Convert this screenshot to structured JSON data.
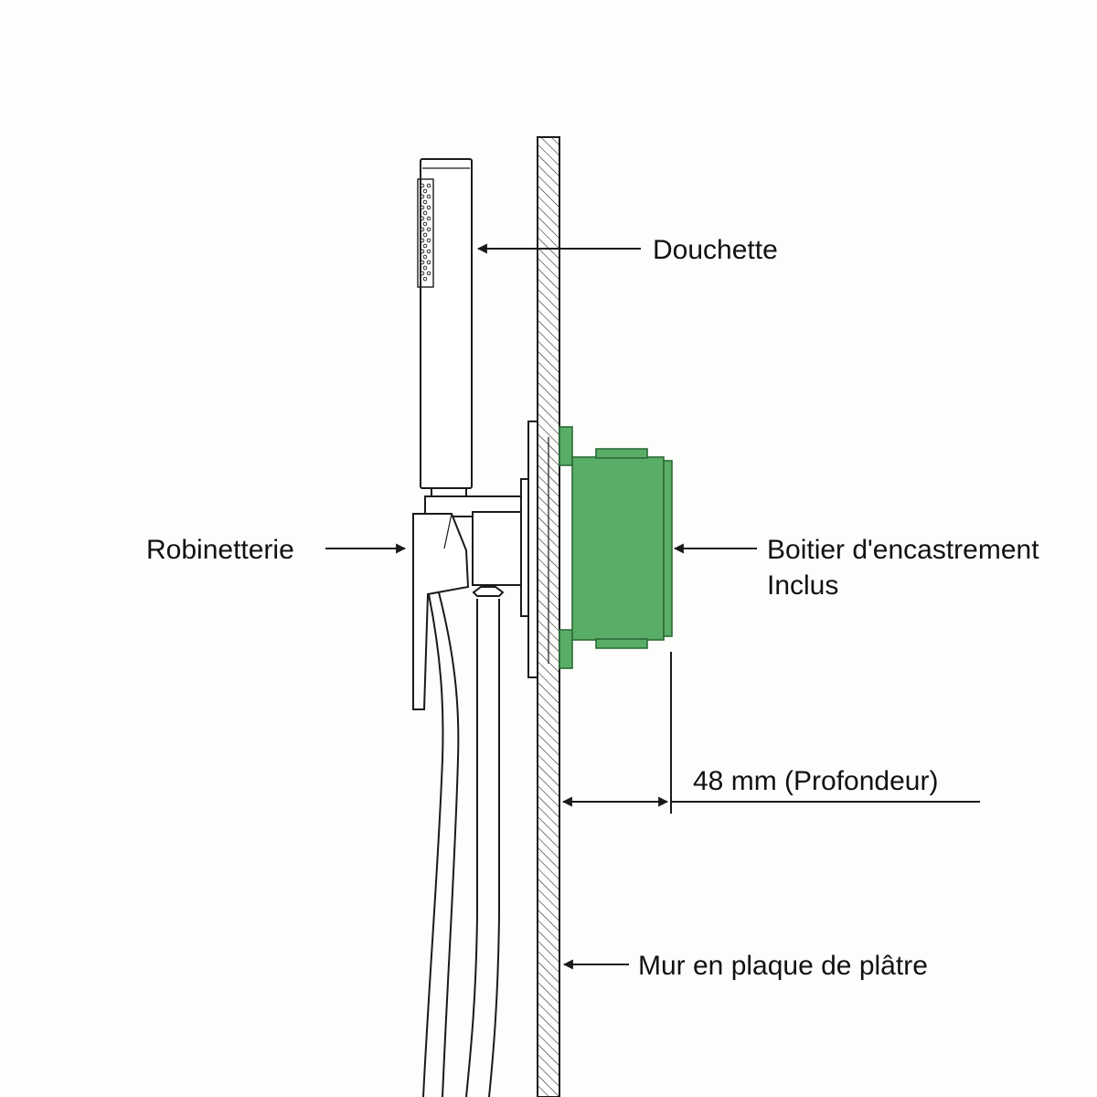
{
  "labels": {
    "douchette": "Douchette",
    "robinetterie": "Robinetterie",
    "boitier_line1": "Boitier d'encastrement",
    "boitier_line2": "Inclus",
    "profondeur": "48 mm (Profondeur)",
    "mur": "Mur en plaque de plâtre"
  },
  "colors": {
    "background": "#fdfdfb",
    "line": "#1a1a1a",
    "box_fill": "#5aad66",
    "box_stroke": "#2b6b36"
  },
  "icons": {
    "pointer": "arrow-left-icon",
    "dimension": "double-arrow-icon"
  }
}
